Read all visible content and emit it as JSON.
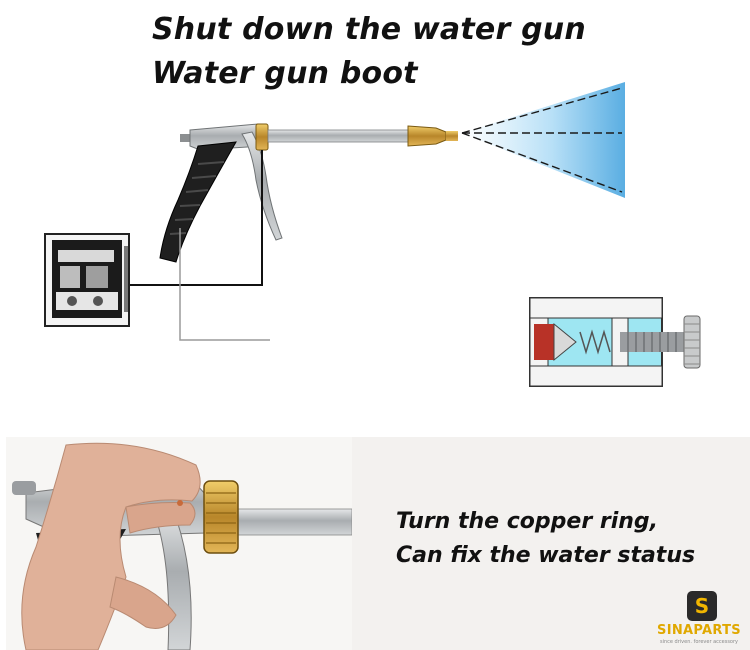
{
  "headings": {
    "line1": "Shut down the water gun",
    "line2": "Water gun boot"
  },
  "captions": {
    "line1": "Turn the copper ring,",
    "line2": "Can fix the water status"
  },
  "brand": {
    "icon_glyph": "S",
    "name": "SINAPARTS",
    "tagline": "since driven. forever accessory"
  },
  "icons": {
    "spray_gun": "spray-gun-icon",
    "water_spray": "water-spray-icon",
    "valve_closeup": "valve-closeup-icon",
    "valve_diagram": "valve-diagram-icon",
    "hand_photo": "hand-holding-gun-photo"
  },
  "colors": {
    "brass": "#c99a2e",
    "steel": "#b9bcbe",
    "grip": "#1f1f1f",
    "water": "#7cc0ea",
    "valve_body": "#6ed3e8",
    "valve_seal": "#b83227",
    "brand_accent": "#e0a800"
  }
}
